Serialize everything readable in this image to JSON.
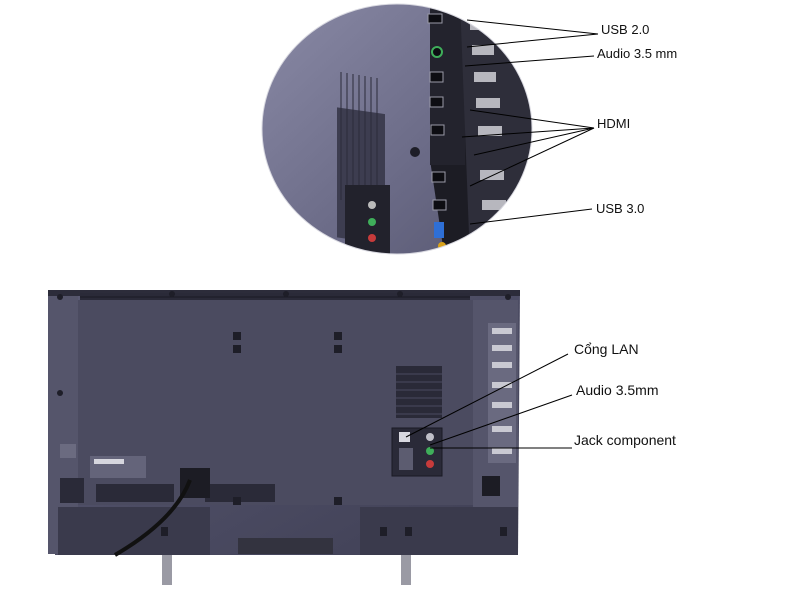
{
  "callouts_zoom": {
    "usb2": "USB 2.0",
    "audio": "Audio 3.5 mm",
    "hdmi": "HDMI",
    "usb3": "USB 3.0"
  },
  "callouts_tv": {
    "lan": "Cổng LAN",
    "audio": "Audio 3.5mm",
    "component": "Jack component"
  },
  "colors": {
    "panel": "#4d4d64",
    "panel_dark": "#2c2c3a",
    "leader_line": "#000000",
    "usb3_accent": "#2e6fd6",
    "audio_accent": "#d9a21a"
  }
}
